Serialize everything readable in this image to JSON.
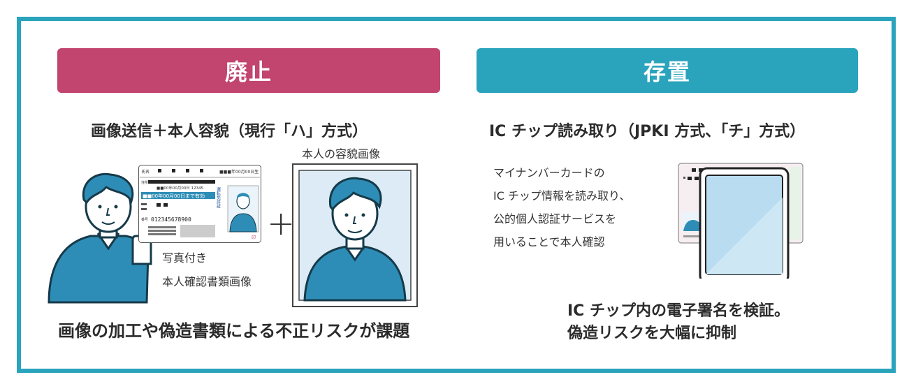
{
  "left": {
    "header": "廃止",
    "subtitle": "画像送信＋本人容貌（現行「ハ」方式）",
    "photo_caption": "本人の容貌画像",
    "id_caption_line1": "写真付き",
    "id_caption_line2": "本人確認書類画像",
    "bottom_text": "画像の加工や偽造書類による不正リスクが課題",
    "plus_sign": "+"
  },
  "right": {
    "header": "存置",
    "subtitle": "IC チップ読み取り（JPKI 方式、「チ」方式）",
    "description": [
      "マイナンバーカードの",
      "IC チップ情報を読み取り、",
      "公的個人認証サービスを",
      "用いることで本人確認"
    ],
    "result_line1": "IC チップ内の電子署名を検証。",
    "result_line2": "偽造リスクを大幅に抑制"
  },
  "license_card": {
    "name_label": "氏名",
    "birth_text": "■■■年00月00日生",
    "addr_label": "住所",
    "date_row": "■■00年00月00日 12345",
    "expiry_text": "■■00年00月00日まで有効",
    "number_label": "番号",
    "number_text": "012345678900",
    "stamp_text": "印",
    "vertical_label": "運転免許証"
  },
  "colors": {
    "frame": "#2aa3bd",
    "abolish": "#c1456e",
    "retain": "#2aa3bd",
    "person_shirt": "#2e8db6",
    "photo_bg": "#dcebf5"
  }
}
